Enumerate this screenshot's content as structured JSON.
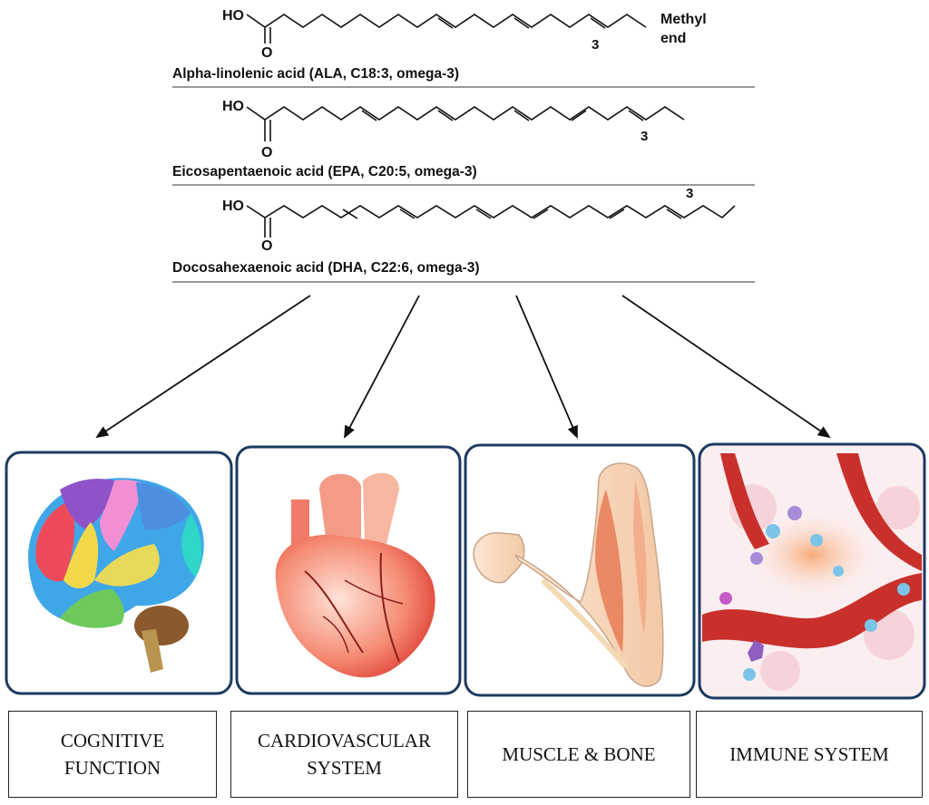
{
  "molecules": [
    {
      "name": "Alpha-linolenic  acid (ALA, C18:3, omega-3)",
      "hydroxyl": "HO",
      "oxygen": "O",
      "omega_number": "3",
      "methyl_label_1": "Methyl",
      "methyl_label_2": "end"
    },
    {
      "name": "Eicosapentaenoic acid (EPA, C20:5, omega-3)",
      "hydroxyl": "HO",
      "oxygen": "O",
      "omega_number": "3"
    },
    {
      "name": "Docosahexaenoic acid (DHA, C22:6, omega-3)",
      "hydroxyl": "HO",
      "oxygen": "O",
      "omega_number": "3"
    }
  ],
  "targets": [
    {
      "id": "brain",
      "icon": "brain-illustration",
      "caption": "COGNITIVE\nFUNCTION"
    },
    {
      "id": "heart",
      "icon": "heart-illustration",
      "caption": "CARDIOVASCULAR\nSYSTEM"
    },
    {
      "id": "arm",
      "icon": "arm-illustration",
      "caption": "MUSCLE & BONE"
    },
    {
      "id": "vessel",
      "icon": "blood-vessel-illustration",
      "caption": "IMMUNE SYSTEM"
    }
  ],
  "colors": {
    "panel_border": "#1d3a5f",
    "line": "#111111",
    "separator": "#777777"
  }
}
